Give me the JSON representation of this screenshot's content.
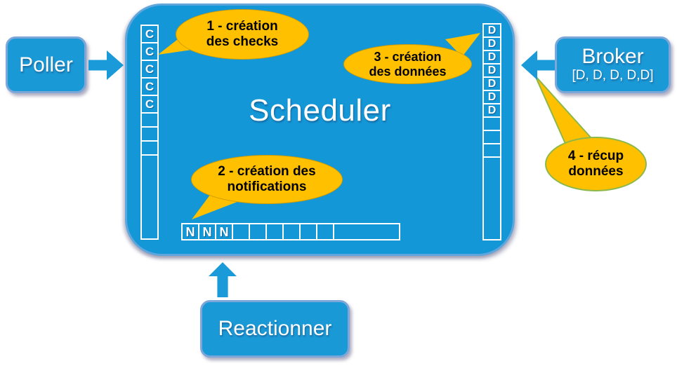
{
  "scheduler": {
    "title": "Scheduler",
    "check_queue": {
      "cells": [
        "C",
        "C",
        "C",
        "C",
        "C",
        "",
        "",
        "",
        ""
      ]
    },
    "data_queue": {
      "cells": [
        "D",
        "D",
        "D",
        "D",
        "D",
        "D",
        "D",
        "",
        "",
        "",
        ""
      ]
    },
    "notification_queue": {
      "cells": [
        "N",
        "N",
        "N",
        "",
        "",
        "",
        "",
        "",
        "",
        ""
      ]
    }
  },
  "nodes": {
    "poller": {
      "label": "Poller"
    },
    "broker": {
      "label": "Broker",
      "contents": "[D, D, D, D,D]"
    },
    "reactionner": {
      "label": "Reactionner"
    }
  },
  "bubbles": [
    {
      "text": "1 - création\ndes checks"
    },
    {
      "text": "2 - création des\nnotifications"
    },
    {
      "text": "3 - création\ndes données"
    },
    {
      "text": "4 - récup\ndonnées"
    }
  ],
  "colors": {
    "box_fill": "#1397d7",
    "box_border": "#7da7d9",
    "bubble_fill": "#ffc000",
    "bubble4_border": "#8cb84b",
    "cell_border": "#ffffff",
    "text_light": "#ffffff",
    "text_dark": "#000000"
  }
}
